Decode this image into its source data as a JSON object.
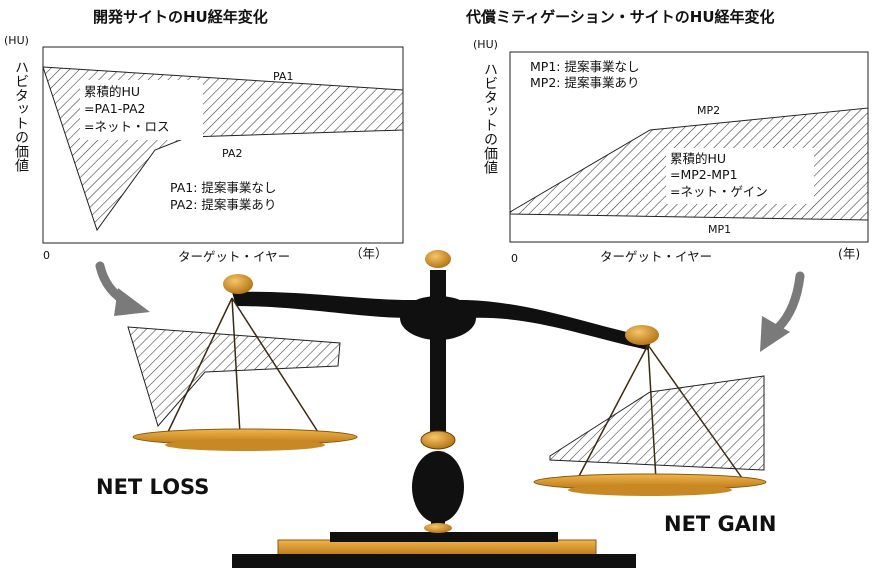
{
  "left_panel": {
    "title": "開発サイトのHU経年変化",
    "y_unit": "(HU)",
    "y_axis_label": "ハビタットの価値",
    "x_axis_label": "ターゲット・イヤー",
    "x_unit": "（年）",
    "origin": "0",
    "line_top": "PA1",
    "line_bottom": "PA2",
    "note": [
      "累積的HU",
      "=PA1-PA2",
      "=ネット・ロス"
    ],
    "legend": [
      "PA1: 提案事業なし",
      "PA2: 提案事業あり"
    ]
  },
  "right_panel": {
    "title": "代償ミティゲーション・サイトのHU経年変化",
    "y_unit": "(HU)",
    "y_axis_label": "ハビタットの価値",
    "x_axis_label": "ターゲット・イヤー",
    "x_unit": "(年)",
    "origin": "0",
    "line_top": "MP2",
    "line_bottom": "MP1",
    "note": [
      "累積的HU",
      "=MP2-MP1",
      "=ネット・ゲイン"
    ],
    "legend": [
      "MP1: 提案事業なし",
      "MP2: 提案事業あり"
    ]
  },
  "scale": {
    "left_label": "NET LOSS",
    "right_label": "NET GAIN"
  },
  "colors": {
    "gold": "#d99a2b",
    "black": "#101010",
    "hatch": "#333333"
  }
}
